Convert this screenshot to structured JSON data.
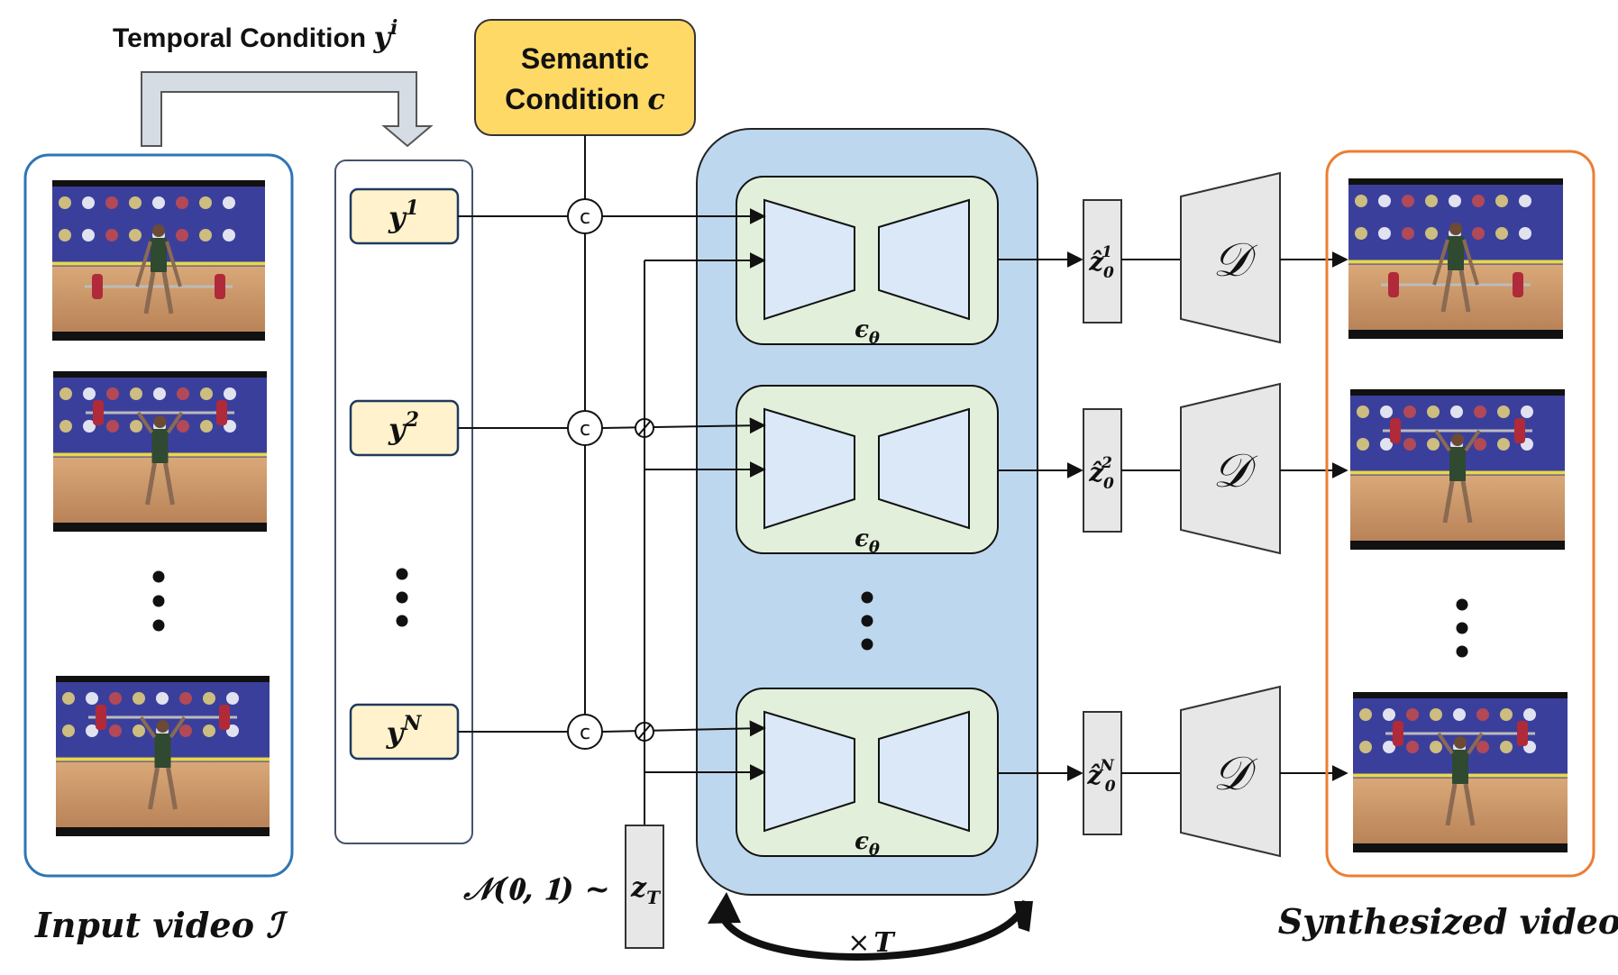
{
  "temporal_condition": {
    "text": "Temporal Condition ",
    "var": "y",
    "sup": "i"
  },
  "semantic_condition": {
    "line1": "Semantic",
    "line2": "Condition ",
    "var": "c"
  },
  "input_caption": "Input video ℐ",
  "output_caption": "Synthesized video",
  "y_labels": [
    {
      "base": "y",
      "sup": "1"
    },
    {
      "base": "y",
      "sup": "2"
    },
    {
      "base": "y",
      "sup": "N"
    }
  ],
  "concat_symbol": "c",
  "eps_label": {
    "base": "ϵ",
    "sub": "θ"
  },
  "z_hat_labels": [
    {
      "base": "ẑ",
      "sup": "1",
      "sub": "0"
    },
    {
      "base": "ẑ",
      "sup": "2",
      "sub": "0"
    },
    {
      "base": "ẑ",
      "sup": "N",
      "sub": "0"
    }
  ],
  "decoder_label": "𝒟",
  "noise_label": "𝒩(𝟎, 𝟏) ~",
  "z_T": {
    "base": "z",
    "sub": "T"
  },
  "loop_label": {
    "times": "×",
    "var": "T"
  },
  "ellipsis": "⋮",
  "colors": {
    "input_border": "#2e75b6",
    "output_border": "#ed7d31",
    "semantic_fill": "#ffd966",
    "semantic_border": "#c9a227",
    "y_fill": "#fff2cc",
    "y_border": "#1f3a5f",
    "unet_outer": "#bdd7ee",
    "unet_inner": "#e2efda",
    "unet_shape": "#dae8f7",
    "decoder_fill": "#e7e7e7",
    "frame_blue": "#3b3f9c",
    "frame_floor": "#c99868"
  }
}
